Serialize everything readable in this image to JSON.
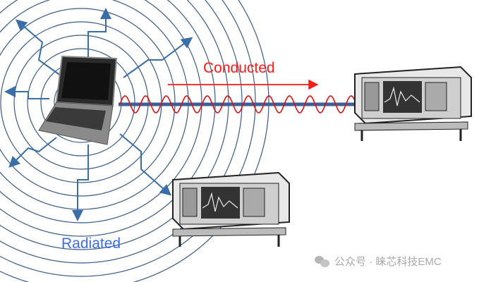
{
  "labels": {
    "conducted": "Conducted",
    "radiated": "Radiated"
  },
  "watermark": {
    "text": "公众号 · 睐芯科技EMC",
    "icon": "wechat-icon"
  },
  "colors": {
    "conducted": "#ff1a1a",
    "radiated": "#3a6ee8",
    "waves": "#3a5a8a",
    "cable": "#3d5f95"
  }
}
